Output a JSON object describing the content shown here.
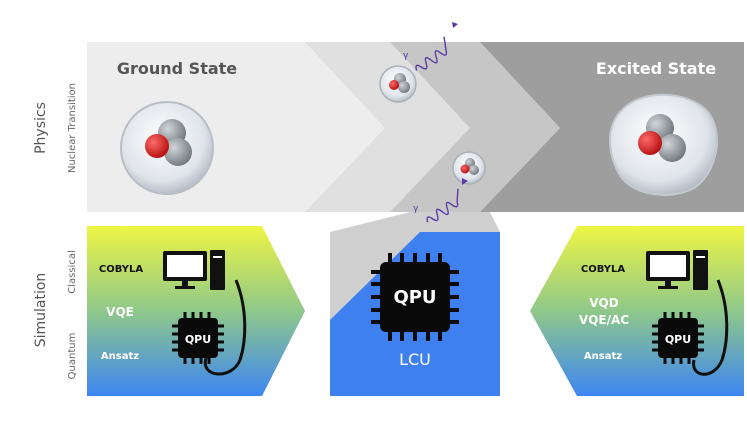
{
  "physics": {
    "row_label": "Physics",
    "sub_label": "Nuclear Transition",
    "ground_state": "Ground State",
    "excited_state": "Excited State"
  },
  "simulation": {
    "row_label": "Simulation",
    "classical_label": "Classical",
    "quantum_label": "Quantum",
    "left_panel": {
      "optimizer": "COBYLA",
      "algorithm": "VQE",
      "ansatz": "Ansatz",
      "chip": "QPU"
    },
    "center_panel": {
      "chip": "QPU",
      "method": "LCU"
    },
    "right_panel": {
      "optimizer": "COBYLA",
      "algorithm_line1": "VQD",
      "algorithm_line2": "VQE/AC",
      "ansatz": "Ansatz",
      "chip": "QPU"
    }
  },
  "photon_symbol": "γ",
  "colors": {
    "gradient_top": "#eef544",
    "gradient_bottom": "#3d86f2",
    "lcu_blue": "#3f80f0",
    "chip": "#0a0a0a",
    "nucleus_red": "#d81f1f",
    "photon": "#5b3aa8"
  }
}
